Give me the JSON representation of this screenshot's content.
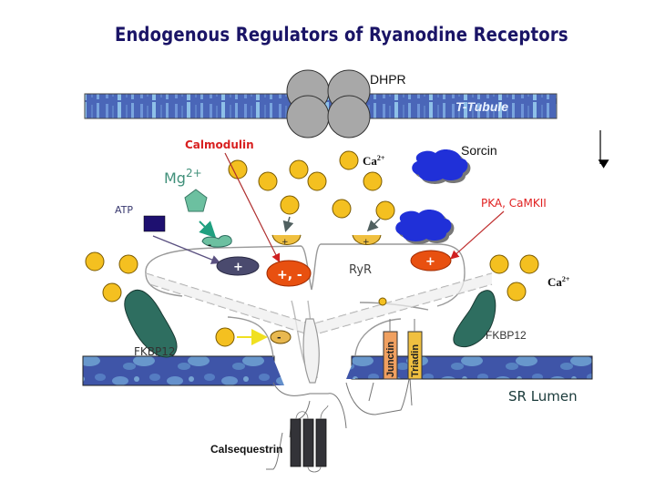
{
  "title": "Endogenous Regulators of Ryanodine Receptors",
  "membranes": {
    "t_tubule": "T-Tubule",
    "sr_lumen": "SR Lumen"
  },
  "labels": {
    "dhpr": "DHPR",
    "calmodulin": "Calmodulin",
    "mg": "Mg",
    "mg_sup": "2+",
    "atp": "ATP",
    "ca_top": "Ca",
    "ca_top_sup": "2+",
    "sorcin": "Sorcin",
    "pka": "PKA, CaMKII",
    "ca_right": "Ca",
    "ca_right_sup": "2+",
    "ryr": "RyR",
    "fkbp_left": "FKBP12",
    "fkbp_right": "FKBP12",
    "junctin": "Junctin",
    "triadin": "Triadin",
    "calsequestrin": "Calsequestrin"
  },
  "site_signs": {
    "atp_site": "+",
    "calmodulin_site": "+, -",
    "pka_site": "+",
    "mg_site": "-",
    "ca_site_left": "+",
    "ca_site_right": "+",
    "luminal_site": "-"
  },
  "colors": {
    "title": "#1a1466",
    "membrane_blue": "#4a66b8",
    "calcium": "#f4c020",
    "calmodulin_label": "#d82020",
    "pka_label": "#e02020",
    "mg": "#6cc0a0",
    "mg_label": "#40907a",
    "atp_square": "#1e1070",
    "fkbp": "#2e6e60",
    "sorcin": "#2030d8",
    "dhpr": "#a8a8a8",
    "orange_site": "#e85010",
    "calsequestrin": "#333338"
  }
}
